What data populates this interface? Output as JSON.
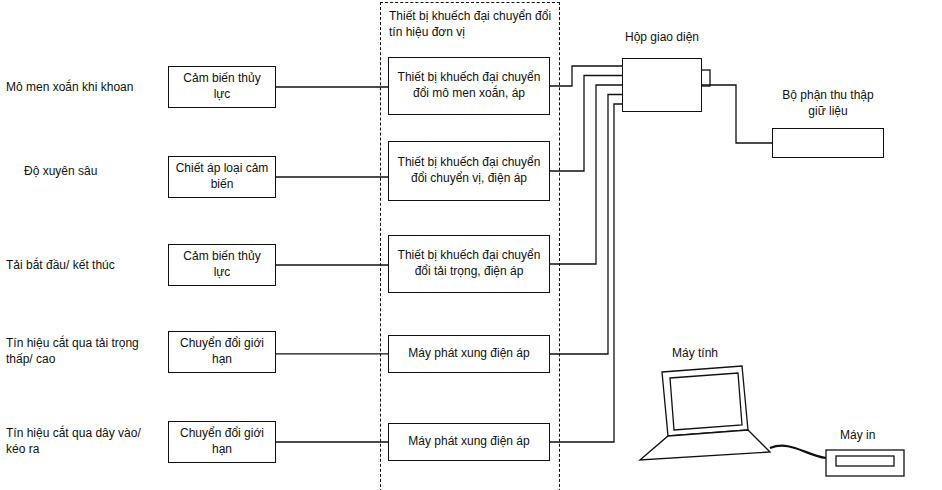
{
  "diagram": {
    "nodes": [
      {
        "text": [
          "Thiết bị khuếch đại chuyển đổi tín hiệu đơn vị"
        ]
      },
      {
        "text": [
          "Cảm biến thủy lực"
        ]
      },
      {
        "text": [
          "Thiết bị khuếch đại chuyển đổi mô men xoắn, áp"
        ],
        "in": 0
      },
      {
        "text": [
          "Chiết áp loại cảm biến"
        ]
      },
      {
        "text": [
          "Thiết bị khuếch đại chuyển đổi chuyển vị, điện áp"
        ],
        "in": 0
      },
      {
        "text": [
          "Cảm biến thủy lực"
        ]
      },
      {
        "text": [
          "Thiết bị khuếch đại chuyển đổi tải trọng, điện áp"
        ],
        "in": 0
      },
      {
        "text": [
          "Chuyển đổi giới hạn"
        ]
      },
      {
        "text": [
          "Máy phát xung điện áp"
        ],
        "in": 0
      },
      {
        "text": [
          "Chuyển đổi giới hạn"
        ]
      },
      {
        "text": [
          "Máy phát xung điện áp"
        ],
        "in": 0
      },
      {
        "text": [
          "Hộp giao diện"
        ]
      },
      {
        "text": [
          "Bộ phận thu thập giữ liệu"
        ]
      }
    ],
    "edges": [
      {
        "from": 1,
        "to": 2,
        "arrow": "none"
      },
      {
        "from": 3,
        "to": 4,
        "arrow": "none"
      },
      {
        "from": 5,
        "to": 6,
        "arrow": "none"
      },
      {
        "from": 7,
        "to": 8,
        "arrow": "none"
      },
      {
        "from": 9,
        "to": 10,
        "arrow": "none"
      },
      {
        "from": 2,
        "to": 11,
        "arrow": "none"
      },
      {
        "from": 4,
        "to": 11,
        "arrow": "none"
      },
      {
        "from": 6,
        "to": 11,
        "arrow": "none"
      },
      {
        "from": 8,
        "to": 11,
        "arrow": "none"
      },
      {
        "from": 10,
        "to": 11,
        "arrow": "none"
      },
      {
        "from": 11,
        "to": 12,
        "arrow": "none"
      }
    ],
    "labels": [
      "Mô men xoắn khi khoan",
      "Độ xuyên sâu",
      "Tải bắt đầu/ kết thúc",
      "Tín hiệu cắt qua tải trọng thấp/ cao",
      "Tín hiệu cắt qua dây vào/ kéo ra",
      "Máy tính",
      "Máy in"
    ]
  }
}
